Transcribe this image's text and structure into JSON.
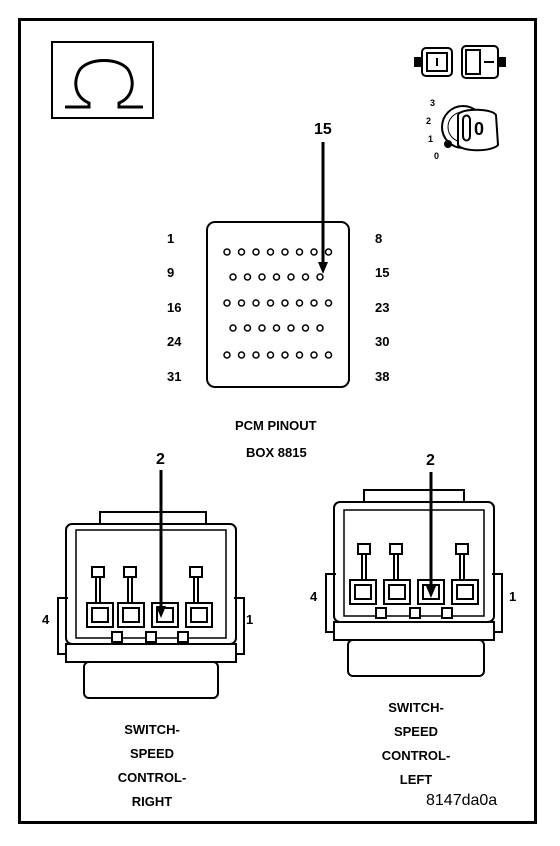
{
  "pinout": {
    "pin_15_callout": "15",
    "row_labels_left": [
      "1",
      "9",
      "16",
      "24",
      "31"
    ],
    "row_labels_right": [
      "8",
      "15",
      "23",
      "30",
      "38"
    ],
    "title_line1": "PCM PINOUT",
    "title_line2": "BOX 8815"
  },
  "connector_right": {
    "callout": "2",
    "pin_left": "4",
    "pin_right": "1",
    "caption": [
      "SWITCH-",
      "SPEED",
      "CONTROL-",
      "RIGHT"
    ]
  },
  "connector_left": {
    "callout": "2",
    "pin_left": "4",
    "pin_right": "1",
    "caption": [
      "SWITCH-",
      "SPEED",
      "CONTROL-",
      "LEFT"
    ]
  },
  "ignition_icon": {
    "key_label": "0",
    "positions": [
      "3",
      "2",
      "1",
      "0"
    ]
  },
  "reference_id": "8147da0a",
  "icons": [
    "omega-symbol-icon",
    "connector-unplugged-icon",
    "ignition-key-icon"
  ]
}
